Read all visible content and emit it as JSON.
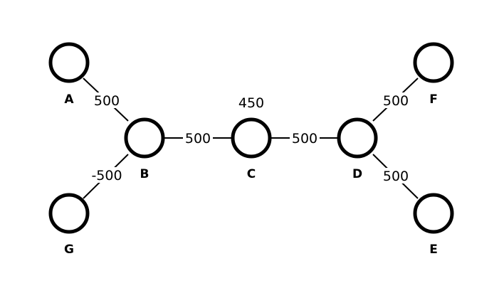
{
  "diagram": {
    "nodes": [
      {
        "id": "A",
        "label": "A"
      },
      {
        "id": "B",
        "label": "B"
      },
      {
        "id": "C",
        "label": "C"
      },
      {
        "id": "D",
        "label": "D"
      },
      {
        "id": "E",
        "label": "E"
      },
      {
        "id": "F",
        "label": "F"
      },
      {
        "id": "G",
        "label": "G"
      }
    ],
    "edges": [
      {
        "from": "A",
        "to": "B",
        "label": "500"
      },
      {
        "from": "G",
        "to": "B",
        "label": "-500"
      },
      {
        "from": "B",
        "to": "C",
        "label": "500"
      },
      {
        "from": "C",
        "to": "D",
        "label": "500"
      },
      {
        "from": "D",
        "to": "F",
        "label": "500"
      },
      {
        "from": "D",
        "to": "E",
        "label": "500"
      }
    ],
    "annotations": [
      {
        "node": "C",
        "label": "450"
      }
    ]
  }
}
